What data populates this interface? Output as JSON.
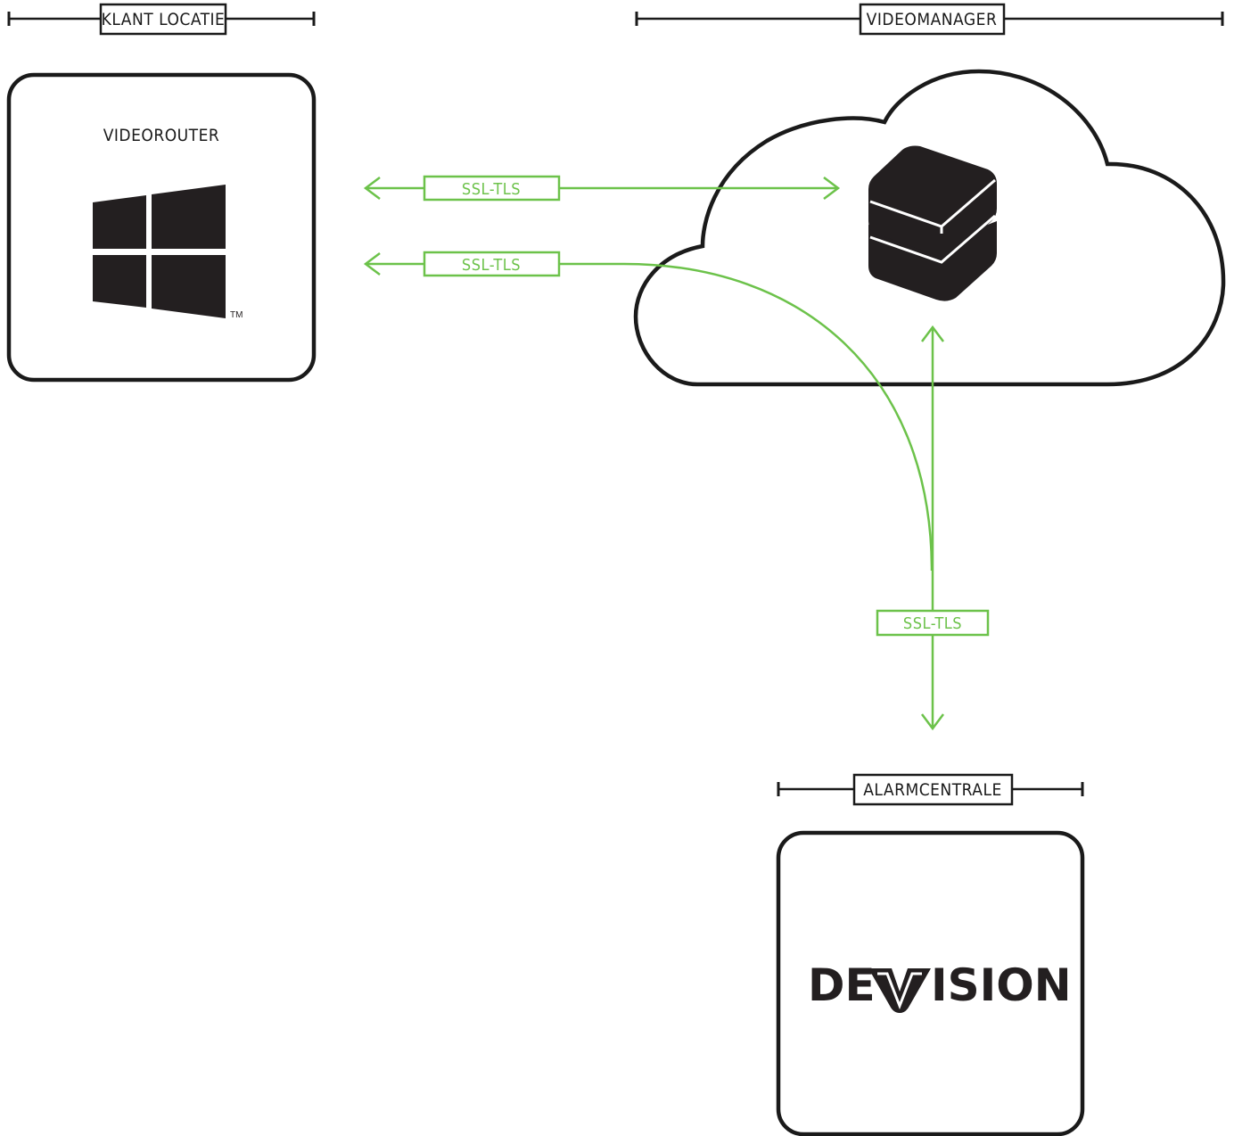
{
  "sections": {
    "klant_locatie": "KLANT LOCATIE",
    "videomanager": "VIDEOMANAGER",
    "alarmcentrale": "ALARMCENTRALE"
  },
  "videorouter": {
    "title": "VIDEOROUTER",
    "trademark": "TM"
  },
  "connections": {
    "top": "SSL-TLS",
    "middle": "SSL-TLS",
    "vertical": "SSL-TLS"
  },
  "logo": {
    "part1": "DE",
    "part2": "ISION"
  },
  "colors": {
    "connection": "#6cc24a",
    "outline": "#1a1a1a"
  },
  "icons": {
    "os": "windows-logo-icon",
    "server": "server-cube-icon",
    "cloud": "cloud-icon",
    "brand": "devision-v-icon"
  }
}
